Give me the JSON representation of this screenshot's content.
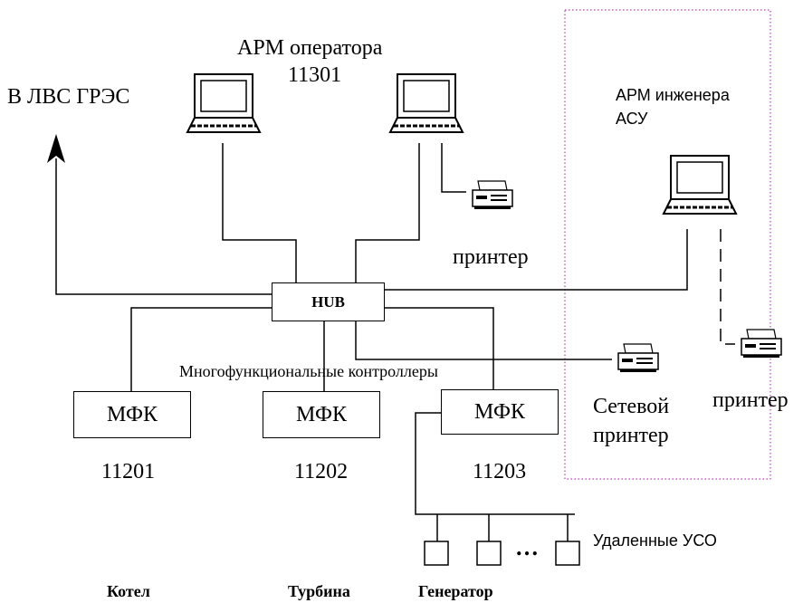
{
  "labels": {
    "lan": "В ЛВС ГРЭС",
    "operator_title": "АРМ оператора",
    "operator_id": "11301",
    "engineer_line1": "АРМ инженера",
    "engineer_line2": "АСУ",
    "printer_operator": "принтер",
    "printer_engineer": "принтер",
    "network_printer_line1": "Сетевой",
    "network_printer_line2": "принтер",
    "hub": "HUB",
    "mfk_group": "Многофункциональные контроллеры",
    "remote_uso": "Удаленные УСО",
    "ellipsis": "…"
  },
  "controllers": [
    {
      "name": "МФК",
      "id": "11201",
      "unit": "Котел"
    },
    {
      "name": "МФК",
      "id": "11202",
      "unit": "Турбина"
    },
    {
      "name": "МФК",
      "id": "11203",
      "unit": "Генератор"
    }
  ],
  "colors": {
    "line": "#000000",
    "engineer_zone_border": "#cc33cc"
  },
  "icons": [
    "computer-icon",
    "printer-icon",
    "arrow-up-icon",
    "remote-module-icon"
  ]
}
